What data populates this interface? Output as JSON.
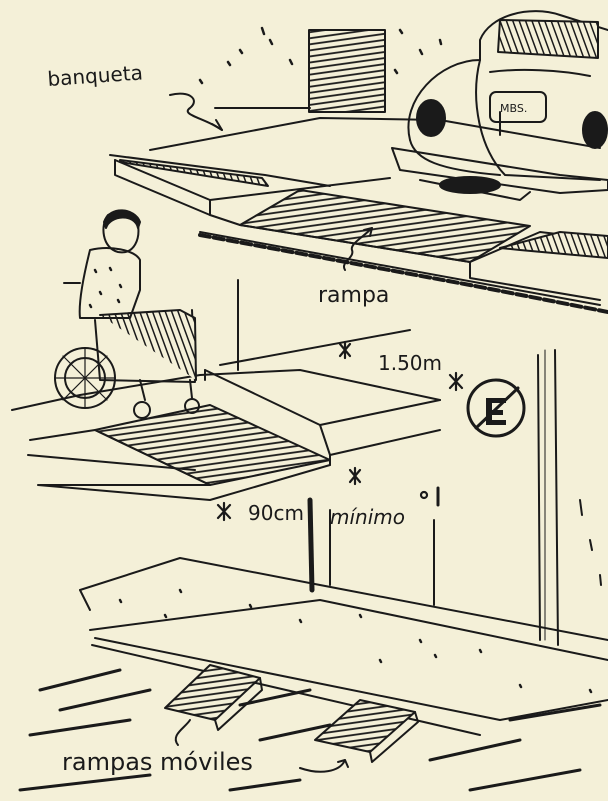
{
  "labels": {
    "banqueta": "banqueta",
    "rampa": "rampa",
    "width_main": "1.50m",
    "width_min": "90cm",
    "width_min_suffix": "mínimo",
    "mobile_ramps": "rampas móviles",
    "plate": "MBS."
  },
  "colors": {
    "paper": "#f4f0d8",
    "ink": "#1a1a1a"
  },
  "icons": {
    "sign": "no-parking-sign-icon",
    "wheelchair": "wheelchair-user-icon",
    "car": "car-icon"
  }
}
